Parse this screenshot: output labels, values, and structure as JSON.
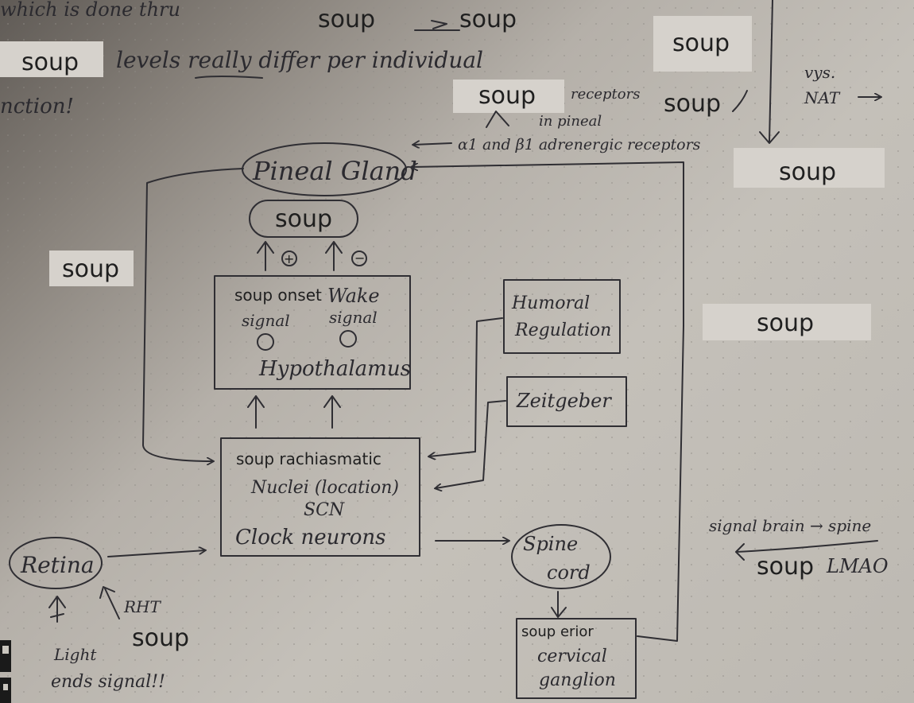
{
  "labels": {
    "top_fragment": "which is done thru",
    "soup_a": "soup",
    "soup_b": "soup",
    "soup_left": "soup",
    "levels_note": "levels really differ per individual",
    "function_note": "nction!",
    "soup_receptors": "soup",
    "receptors_note_1": "receptors",
    "receptors_note_2": "in pineal",
    "soup_mid_right": "soup",
    "soup_top_right": "soup",
    "vs_note": "vys.",
    "nat_note": "NAT",
    "adrenergic_note": "α1 and β1 adrenergic receptors",
    "soup_right_upper": "soup",
    "pineal_gland": "Pineal Gland",
    "soup_oval": "soup",
    "plus_sign": "+",
    "minus_sign": "−",
    "soup_left_mid": "soup",
    "soup_onset": "soup onset",
    "wake": "Wake",
    "signal_1": "signal",
    "signal_2": "signal",
    "hypothalamus": "Hypothalamus",
    "humoral_1": "Humoral",
    "humoral_2": "Regulation",
    "soup_right_mid": "soup",
    "zeitgeber": "Zeitgeber",
    "scn_1": "soup rachiasmatic",
    "scn_2": "Nuclei (location)",
    "scn_3": "SCN",
    "scn_4": "Clock neurons",
    "retina": "Retina",
    "spine_1": "Spine",
    "spine_2": "cord",
    "signal_brain": "signal brain → spine",
    "soup_lmao": "soup",
    "lmao": "LMAO",
    "rht": "RHT",
    "soup_bottom": "soup",
    "light_1": "Light",
    "light_2": "ends signal!!",
    "cervical_1": "soup erior",
    "cervical_2": "cervical",
    "cervical_3": "ganglion"
  }
}
